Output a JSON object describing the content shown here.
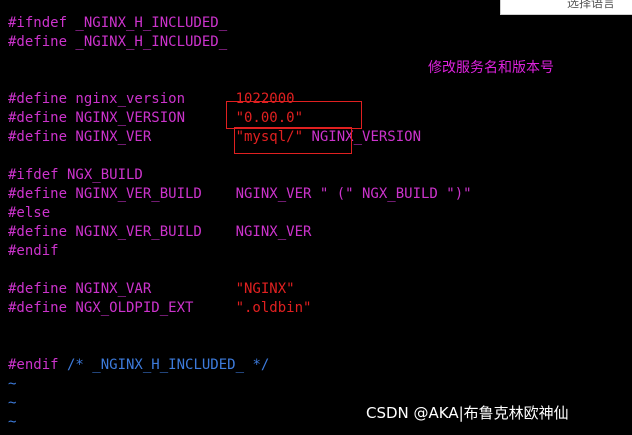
{
  "lang_button": {
    "label": "选择语言"
  },
  "annotation": {
    "text": "修改服务名和版本号"
  },
  "code": {
    "l1": "#ifndef _NGINX_H_INCLUDED_",
    "l2": "#define _NGINX_H_INCLUDED_",
    "l3_kw": "#define nginx_version      ",
    "l3_val": "1022000",
    "l4_kw": "#define NGINX_VERSION      ",
    "l4_val": "\"0.00.0\"",
    "l5_kw": "#define NGINX_VER          ",
    "l5_val": "\"mysql/\"",
    "l5_rest": " NGINX_VERSION",
    "l6": "#ifdef NGX_BUILD",
    "l7": "#define NGINX_VER_BUILD    NGINX_VER \" (\" NGX_BUILD \")\"",
    "l8": "#else",
    "l9": "#define NGINX_VER_BUILD    NGINX_VER",
    "l10": "#endif",
    "l11_kw": "#define NGINX_VAR          ",
    "l11_val": "\"NGINX\"",
    "l12_kw": "#define NGX_OLDPID_EXT     ",
    "l12_val": "\".oldbin\"",
    "l13_kw": "#endif",
    "l13_comment": " /* _NGINX_H_INCLUDED_ */",
    "tilde": "~"
  },
  "watermark": {
    "text": "CSDN @AKA|布鲁克林欧神仙"
  },
  "colors": {
    "background": "#000000",
    "preprocessor": "#cc33cc",
    "string": "#e02020",
    "comment": "#3d7bdc",
    "annotation": "#dd22dd"
  }
}
